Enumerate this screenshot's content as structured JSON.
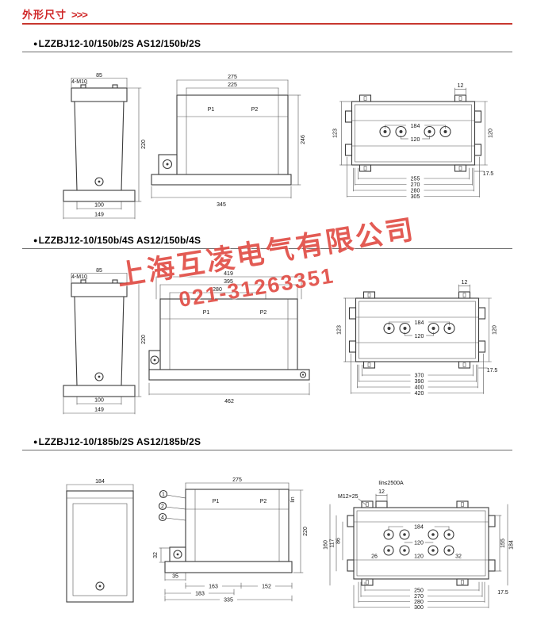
{
  "header": {
    "title": "外形尺寸",
    "chevrons": ">>>"
  },
  "watermark": {
    "company": "上海互凌电气有限公司",
    "phone": "021-31263351"
  },
  "sections": [
    {
      "bullet": "●",
      "title": "LZZBJ12-10/150b/2S AS12/150b/2S",
      "front": {
        "top_width": "85",
        "bolts": "4-M10",
        "height": "220",
        "body_width": "100",
        "base_width": "149"
      },
      "side": {
        "overall": "275",
        "inner": "225",
        "p1": "P1",
        "p2": "P2",
        "height": "246",
        "base": "345"
      },
      "plan": {
        "tab": "12",
        "left_height": "123",
        "term_outer": "184",
        "term_inner": "120",
        "right_height": "120",
        "edge_offset": "17.5",
        "b1": "255",
        "b2": "270",
        "b3": "280",
        "b4": "305"
      }
    },
    {
      "bullet": "●",
      "title": "LZZBJ12-10/150b/4S AS12/150b/4S",
      "front": {
        "top_width": "85",
        "bolts": "4-M10",
        "height": "220",
        "body_width": "100",
        "base_width": "149"
      },
      "side": {
        "overall": "419",
        "inner": "395",
        "inner2": "280",
        "p1": "P1",
        "p2": "P2",
        "base": "462"
      },
      "plan": {
        "tab": "12",
        "left_height": "123",
        "term_outer": "184",
        "term_inner": "120",
        "right_height": "120",
        "edge_offset": "17.5",
        "b1": "370",
        "b2": "390",
        "b3": "400",
        "b4": "420"
      }
    },
    {
      "bullet": "●",
      "title": "LZZBJ12-10/185b/2S AS12/185b/2S",
      "front": {
        "top_width": "184"
      },
      "side": {
        "overall": "275",
        "p1": "P1",
        "p2": "P2",
        "iin": "Iin",
        "height": "220",
        "foot_height": "32",
        "foot_width": "35",
        "seg1": "163",
        "seg2": "152",
        "sub": "183",
        "total": "335",
        "c1": "1",
        "c2": "2",
        "c3": "4"
      },
      "plan": {
        "note": "Iin≤2500A",
        "bolt": "M12×25",
        "tab": "12",
        "term_outer": "184",
        "term_inner": "120",
        "row_a": "26",
        "row_b": "120",
        "row_c": "32",
        "left1": "160",
        "left2": "117",
        "left3": "86",
        "right1": "155",
        "right2": "184",
        "edge_offset": "17.5",
        "b1": "250",
        "b2": "270",
        "b3": "280",
        "b4": "300"
      }
    }
  ]
}
